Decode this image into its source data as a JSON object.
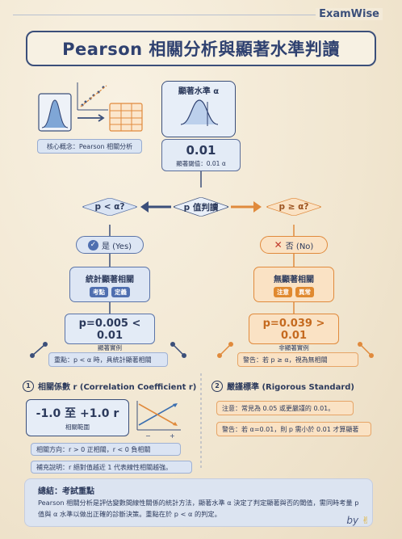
{
  "brand": "ExamWise",
  "title": "Pearson 相關分析與顯著水準判讀",
  "concept_label": "核心概念：Pearson 相關分析",
  "alpha": {
    "title": "顯著水準 α",
    "value": "0.01",
    "subtitle": "顯著閾值：0.01 α"
  },
  "decision": {
    "center": "p 值判讀",
    "left": "p < α?",
    "right": "p ≥ α?"
  },
  "yes": {
    "label": "是 (Yes)",
    "card_title": "統計顯著相關",
    "tags": [
      "考點",
      "定義"
    ],
    "p_value": "p=0.005 < 0.01",
    "p_caption": "顯著實例",
    "note": "重點：p < α 時，具統計顯著相關"
  },
  "no": {
    "label": "否 (No)",
    "card_title": "無顯著相關",
    "tags": [
      "注意",
      "異常"
    ],
    "p_value": "p=0.039 > 0.01",
    "p_caption": "非顯著實例",
    "note": "警告：若 p ≥ α，視為無相關"
  },
  "section1": {
    "num": "1",
    "title": "相關係數 r (Correlation Coefficient r)",
    "range_value": "-1.0 至 +1.0 r",
    "range_caption": "相關範圍",
    "note1": "相關方向：r > 0 正相關，r < 0 負相關",
    "note2": "補充說明：r 絕對值越近 1 代表線性相關越強。",
    "graph_minus": "−",
    "graph_plus": "+"
  },
  "section2": {
    "num": "2",
    "title": "嚴謹標準 (Rigorous Standard)",
    "note1": "注意：常見為 0.05 或更嚴謹的 0.01。",
    "note2": "警告：若 α=0.01，則 p 需小於 0.01 才算顯著"
  },
  "summary": {
    "title": "總結：考試重點",
    "body": "Pearson 相關分析是評估變數間線性關係的統計方法，顯著水準 α 決定了判定顯著與否的閾值，需同時考量 p 值與 α 水準以做出正確的診斷決策。重點在於 p < α 的判定。"
  },
  "signature": "by",
  "colors": {
    "navy": "#3b4f7a",
    "blue_fill": "#dde7f5",
    "orange": "#e08a3c",
    "orange_fill": "#f9dfbf",
    "tag_blue": "#4f6fb0",
    "tag_orange": "#e0892f"
  }
}
